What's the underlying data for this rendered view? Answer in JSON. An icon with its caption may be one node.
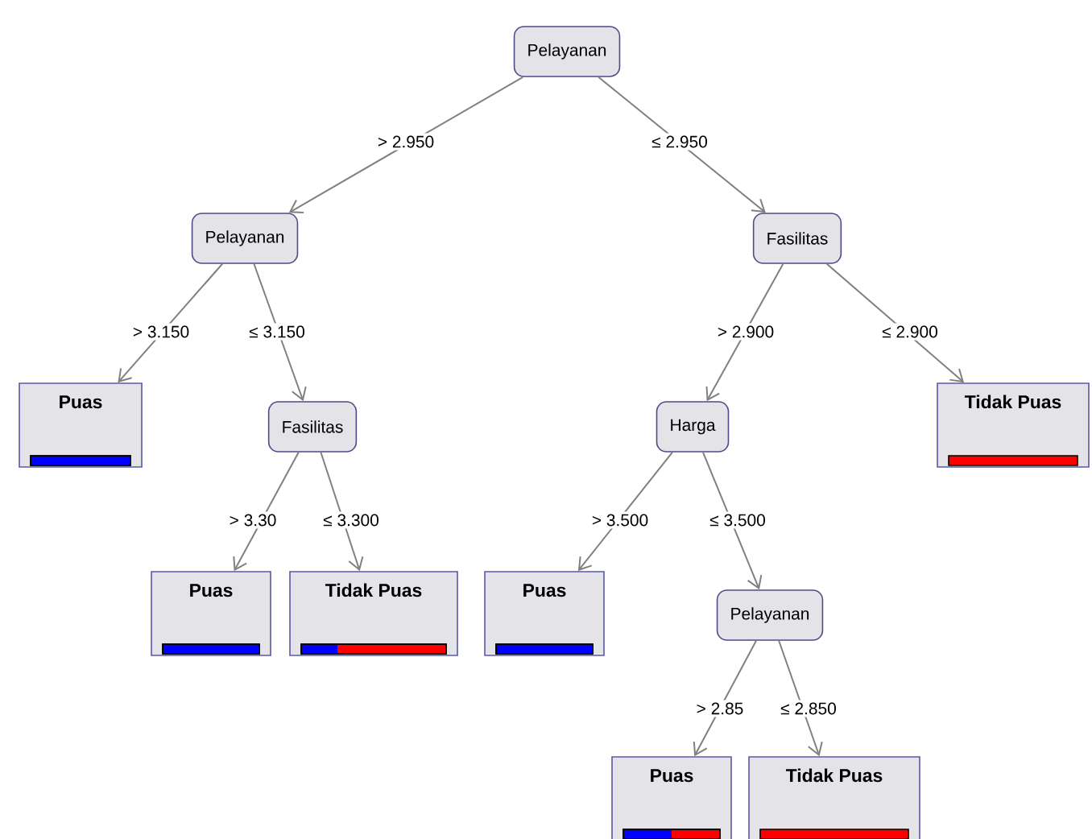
{
  "diagram": {
    "nodes": [
      {
        "text": [
          "Pelayanan"
        ]
      },
      {
        "text": [
          "Pelayanan"
        ]
      },
      {
        "text": [
          "Fasilitas"
        ]
      },
      {
        "text": [
          "Puas"
        ]
      },
      {
        "text": [
          "Fasilitas"
        ]
      },
      {
        "text": [
          "Harga"
        ]
      },
      {
        "text": [
          "Tidak Puas"
        ]
      },
      {
        "text": [
          "Puas"
        ]
      },
      {
        "text": [
          "Tidak Puas"
        ]
      },
      {
        "text": [
          "Puas"
        ]
      },
      {
        "text": [
          "Pelayanan"
        ]
      },
      {
        "text": [
          "Puas"
        ]
      },
      {
        "text": [
          "Tidak Puas"
        ]
      }
    ],
    "edges": [
      {
        "from": 0,
        "to": 1,
        "arrow": "to",
        "label": "> 2.950"
      },
      {
        "from": 0,
        "to": 2,
        "arrow": "to",
        "label": "≤ 2.950"
      },
      {
        "from": 1,
        "to": 3,
        "arrow": "to",
        "label": "> 3.150"
      },
      {
        "from": 1,
        "to": 4,
        "arrow": "to",
        "label": "≤ 3.150"
      },
      {
        "from": 2,
        "to": 5,
        "arrow": "to",
        "label": "> 2.900"
      },
      {
        "from": 2,
        "to": 6,
        "arrow": "to",
        "label": "≤ 2.900"
      },
      {
        "from": 4,
        "to": 7,
        "arrow": "to",
        "label": "> 3.30"
      },
      {
        "from": 4,
        "to": 8,
        "arrow": "to",
        "label": "≤ 3.300"
      },
      {
        "from": 5,
        "to": 9,
        "arrow": "to",
        "label": "> 3.500"
      },
      {
        "from": 5,
        "to": 10,
        "arrow": "to",
        "label": "≤ 3.500"
      },
      {
        "from": 10,
        "to": 11,
        "arrow": "to",
        "label": "> 2.85"
      },
      {
        "from": 10,
        "to": 12,
        "arrow": "to",
        "label": "≤ 2.850"
      }
    ]
  }
}
